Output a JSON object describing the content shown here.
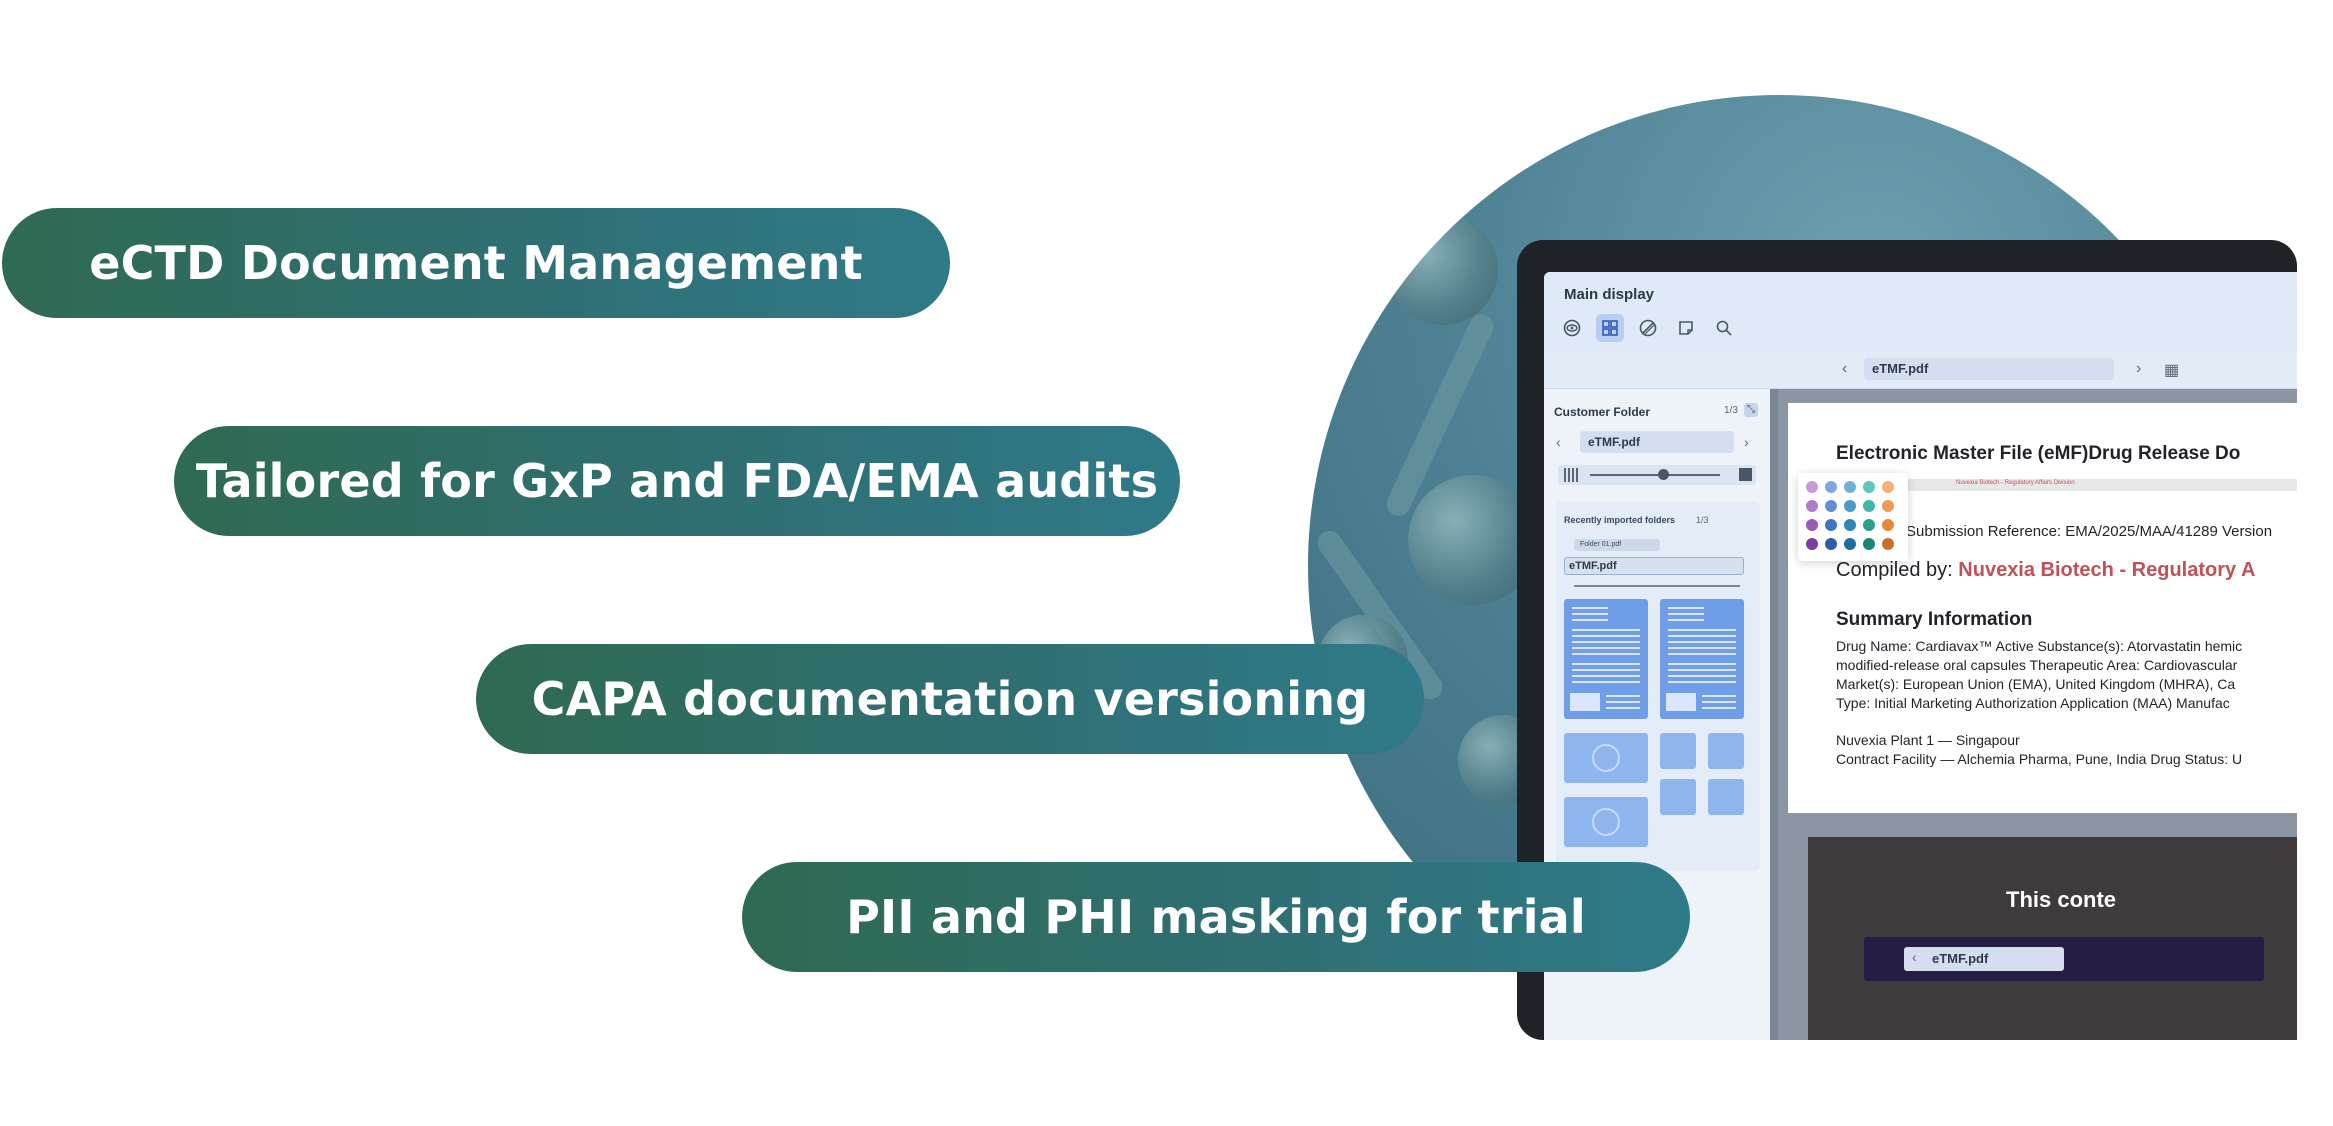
{
  "features": [
    "eCTD Document Management",
    "Tailored for GxP and FDA/EMA audits",
    "CAPA documentation versioning",
    "PII and PHI masking for trial"
  ],
  "app": {
    "window_title": "Main display",
    "current_file": "eTMF.pdf",
    "toolbar_icons": [
      "eye-icon",
      "grid-icon",
      "mask-icon",
      "note-icon",
      "search-icon"
    ]
  },
  "sidebar": {
    "title": "Customer Folder",
    "count": "1/3",
    "selected_file": "eTMF.pdf",
    "recent": {
      "title": "Recently imported folders",
      "count": "1/3",
      "chip": "Folder 01.pdf",
      "selected_file": "eTMF.pdf"
    }
  },
  "document": {
    "title": "Electronic Master File (eMF)Drug Release Do",
    "bar_text": "Nuvexia Biotech - Regulatory Affairs Division",
    "submission_ref": "Submission Reference: EMA/2025/MAA/41289 Version",
    "compiled_label": "Compiled by:",
    "compiled_by": "Nuvexia Biotech - Regulatory A",
    "summary_heading": "Summary Information",
    "summary_lines": [
      "Drug Name: Cardiavax™ Active Substance(s): Atorvastatin hemic",
      "modified-release oral capsules Therapeutic Area: Cardiovascular",
      "Market(s): European Union (EMA), United Kingdom (MHRA), Ca",
      "Type: Initial Marketing Authorization Application (MAA) Manufac"
    ],
    "site_lines": [
      "Nuvexia Plant 1 — Singapour",
      "Contract Facility — Alchemia Pharma, Pune, India Drug Status: U"
    ]
  },
  "page2": {
    "message": "This conte",
    "file": "eTMF.pdf"
  },
  "colors": {
    "pill_start": "#2f6a52",
    "pill_end": "#2f7a88",
    "accent_red": "#c0505a",
    "thumb_blue": "#6f9de8"
  }
}
